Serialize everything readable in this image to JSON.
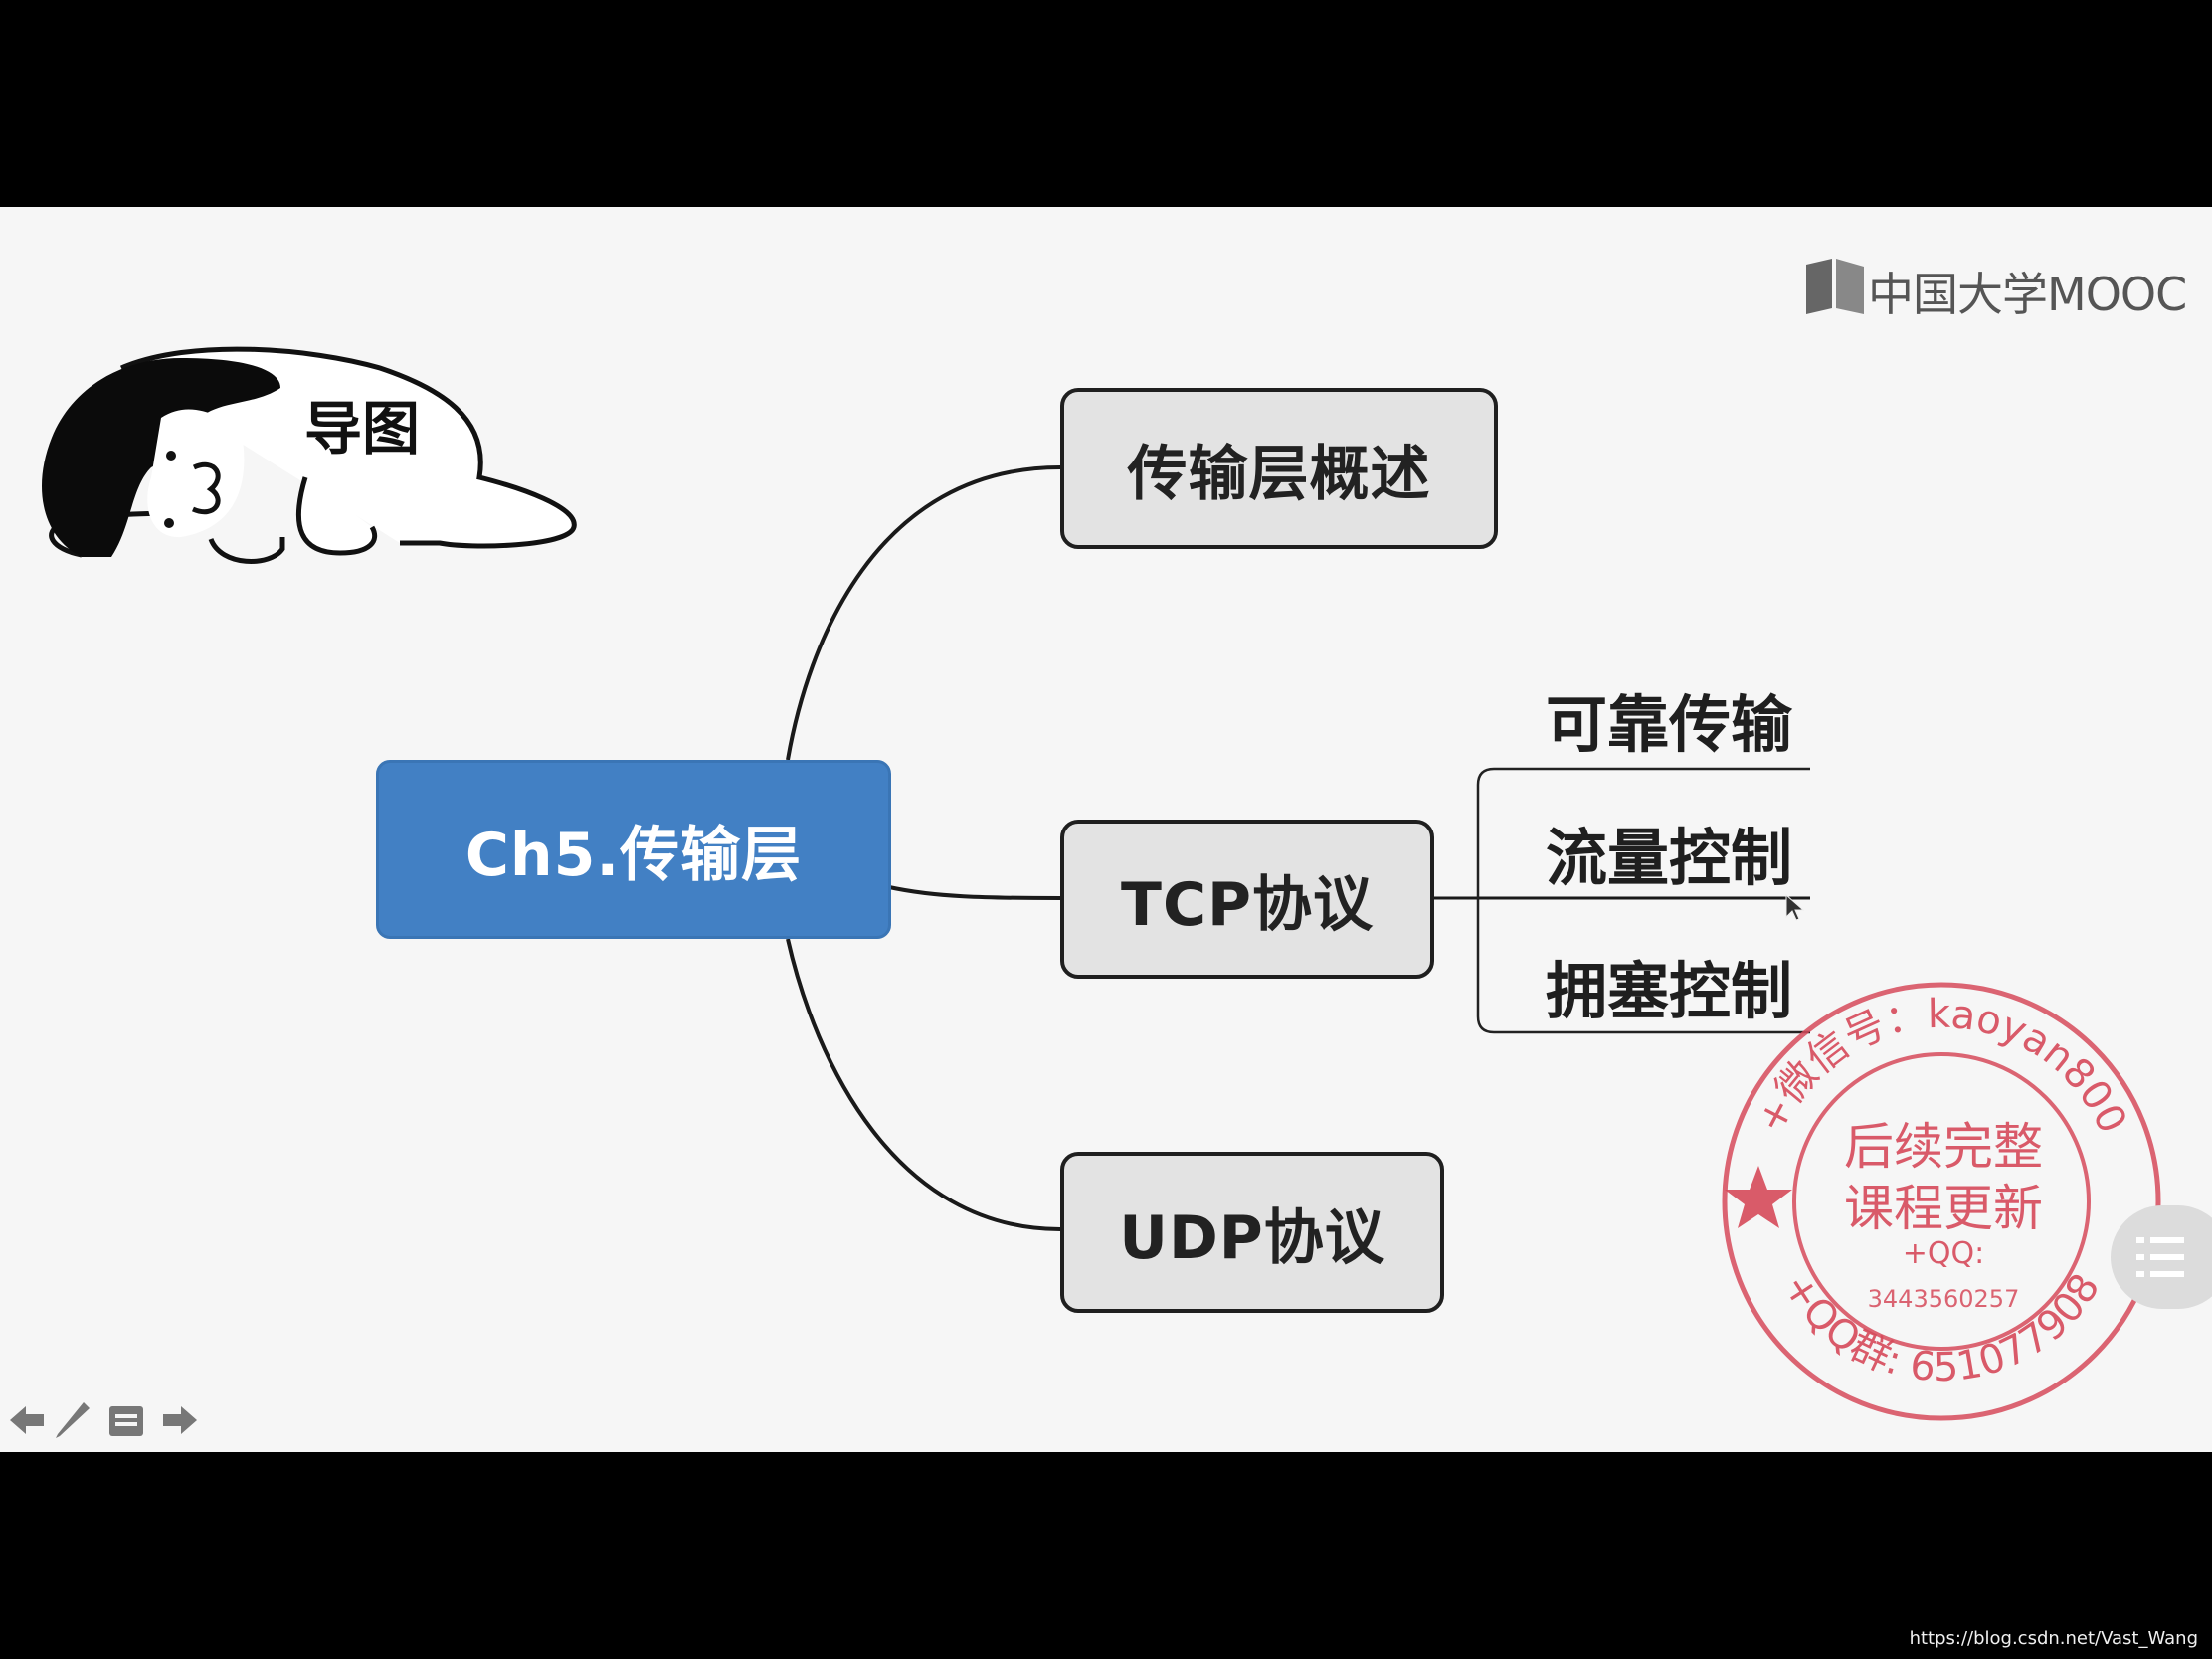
{
  "logo": {
    "text": "中国大学MOOC"
  },
  "badge": {
    "text": "导图"
  },
  "mindmap": {
    "root": "Ch5.传输层",
    "branches": [
      {
        "label": "传输层概述"
      },
      {
        "label": "TCP协议",
        "children": [
          "可靠传输",
          "流量控制",
          "拥塞控制"
        ]
      },
      {
        "label": "UDP协议"
      }
    ]
  },
  "watermark": {
    "ring_top": "+微信号：kaoyan800",
    "center_line1": "后续完整",
    "center_line2": "课程更新",
    "qq_label": "+QQ:",
    "qq_number": "3443560257",
    "ring_bottom": "+QQ群: 651077908",
    "color": "#d64a5a"
  },
  "footer": {
    "credit": "https://blog.csdn.net/Vast_Wang"
  },
  "colors": {
    "root_fill": "#4280c4",
    "node_fill": "#e3e3e3",
    "slide_bg": "#f6f6f6"
  }
}
